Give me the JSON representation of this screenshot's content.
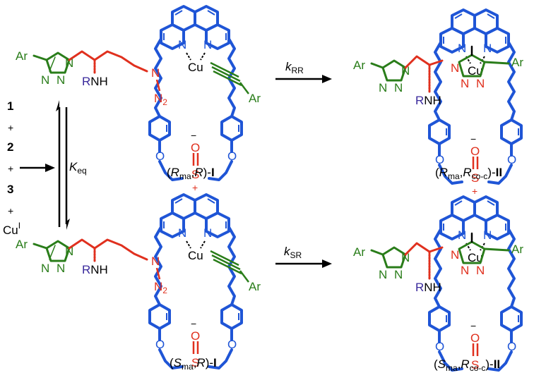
{
  "colors": {
    "macrocycle": "#1f55d6",
    "azide_chain": "#e0301e",
    "alkyne_aryl": "#2a7d1a",
    "amine": "#3a2a9c",
    "text": "#000000"
  },
  "reactants": {
    "r1": "1",
    "plus1": "+",
    "r2": "2",
    "plus2": "+",
    "r3": "3",
    "plus3": "+",
    "cu_main": "Cu",
    "cu_sup": "I"
  },
  "equilibrium": {
    "k": "K",
    "k_sub": "eq"
  },
  "rates": {
    "top": {
      "k": "k",
      "sub": "RR"
    },
    "bottom": {
      "k": "k",
      "sub": "SR"
    }
  },
  "atoms": {
    "ar": "Ar",
    "n": "N",
    "n2": "N",
    "n2_sub": "2",
    "cu": "Cu",
    "rnh": "RNH",
    "rnh_r": "R",
    "rnh_nh": "NH",
    "o": "O",
    "s": "S",
    "minus": "−",
    "plus": "+"
  },
  "labels": {
    "tl": {
      "open": "(",
      "r1": "R",
      "r1_sub": "ma",
      "comma": ",",
      "r2": "R",
      "close": ")-",
      "roman": "I"
    },
    "bl": {
      "open": "(",
      "r1": "S",
      "r1_sub": "ma",
      "comma": ",",
      "r2": "R",
      "close": ")-",
      "roman": "I"
    },
    "tr": {
      "open": "(",
      "r1": "R",
      "r1_sub": "ma",
      "comma": ",",
      "r2": "R",
      "r2_sub": "co-c",
      "close": ")-",
      "roman": "II"
    },
    "br": {
      "open": "(",
      "r1": "S",
      "r1_sub": "ma",
      "comma": ",",
      "r2": "R",
      "r2_sub": "co-c",
      "close": ")-",
      "roman": "II"
    }
  }
}
